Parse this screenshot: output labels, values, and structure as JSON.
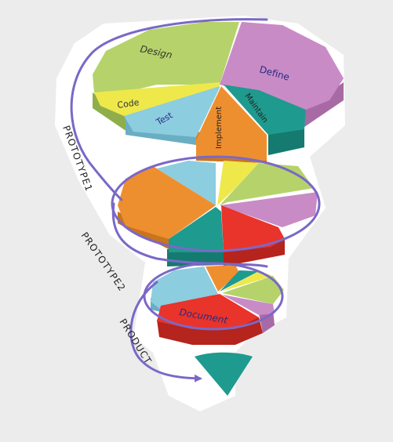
{
  "diagram": {
    "top_segments": {
      "design": "Design",
      "define": "Define",
      "code": "Code",
      "test": "Test",
      "implement": "Implement",
      "maintain": "Maintain"
    },
    "bottom_segments": {
      "document": "Document"
    },
    "path_labels": {
      "prototype1": "PROTOTYPE1",
      "prototype2": "PROTOTYPE2",
      "product": "PRODUCT"
    },
    "colors": {
      "design": "#b5d36a",
      "define": "#c98bc6",
      "code": "#eee84b",
      "test": "#8ccde0",
      "implement": "#ee8f2f",
      "maintain": "#1f9a8e",
      "document": "#e8342b",
      "path": "#7a68c8",
      "backdrop": "#ffffff",
      "page": "#ececec"
    }
  }
}
